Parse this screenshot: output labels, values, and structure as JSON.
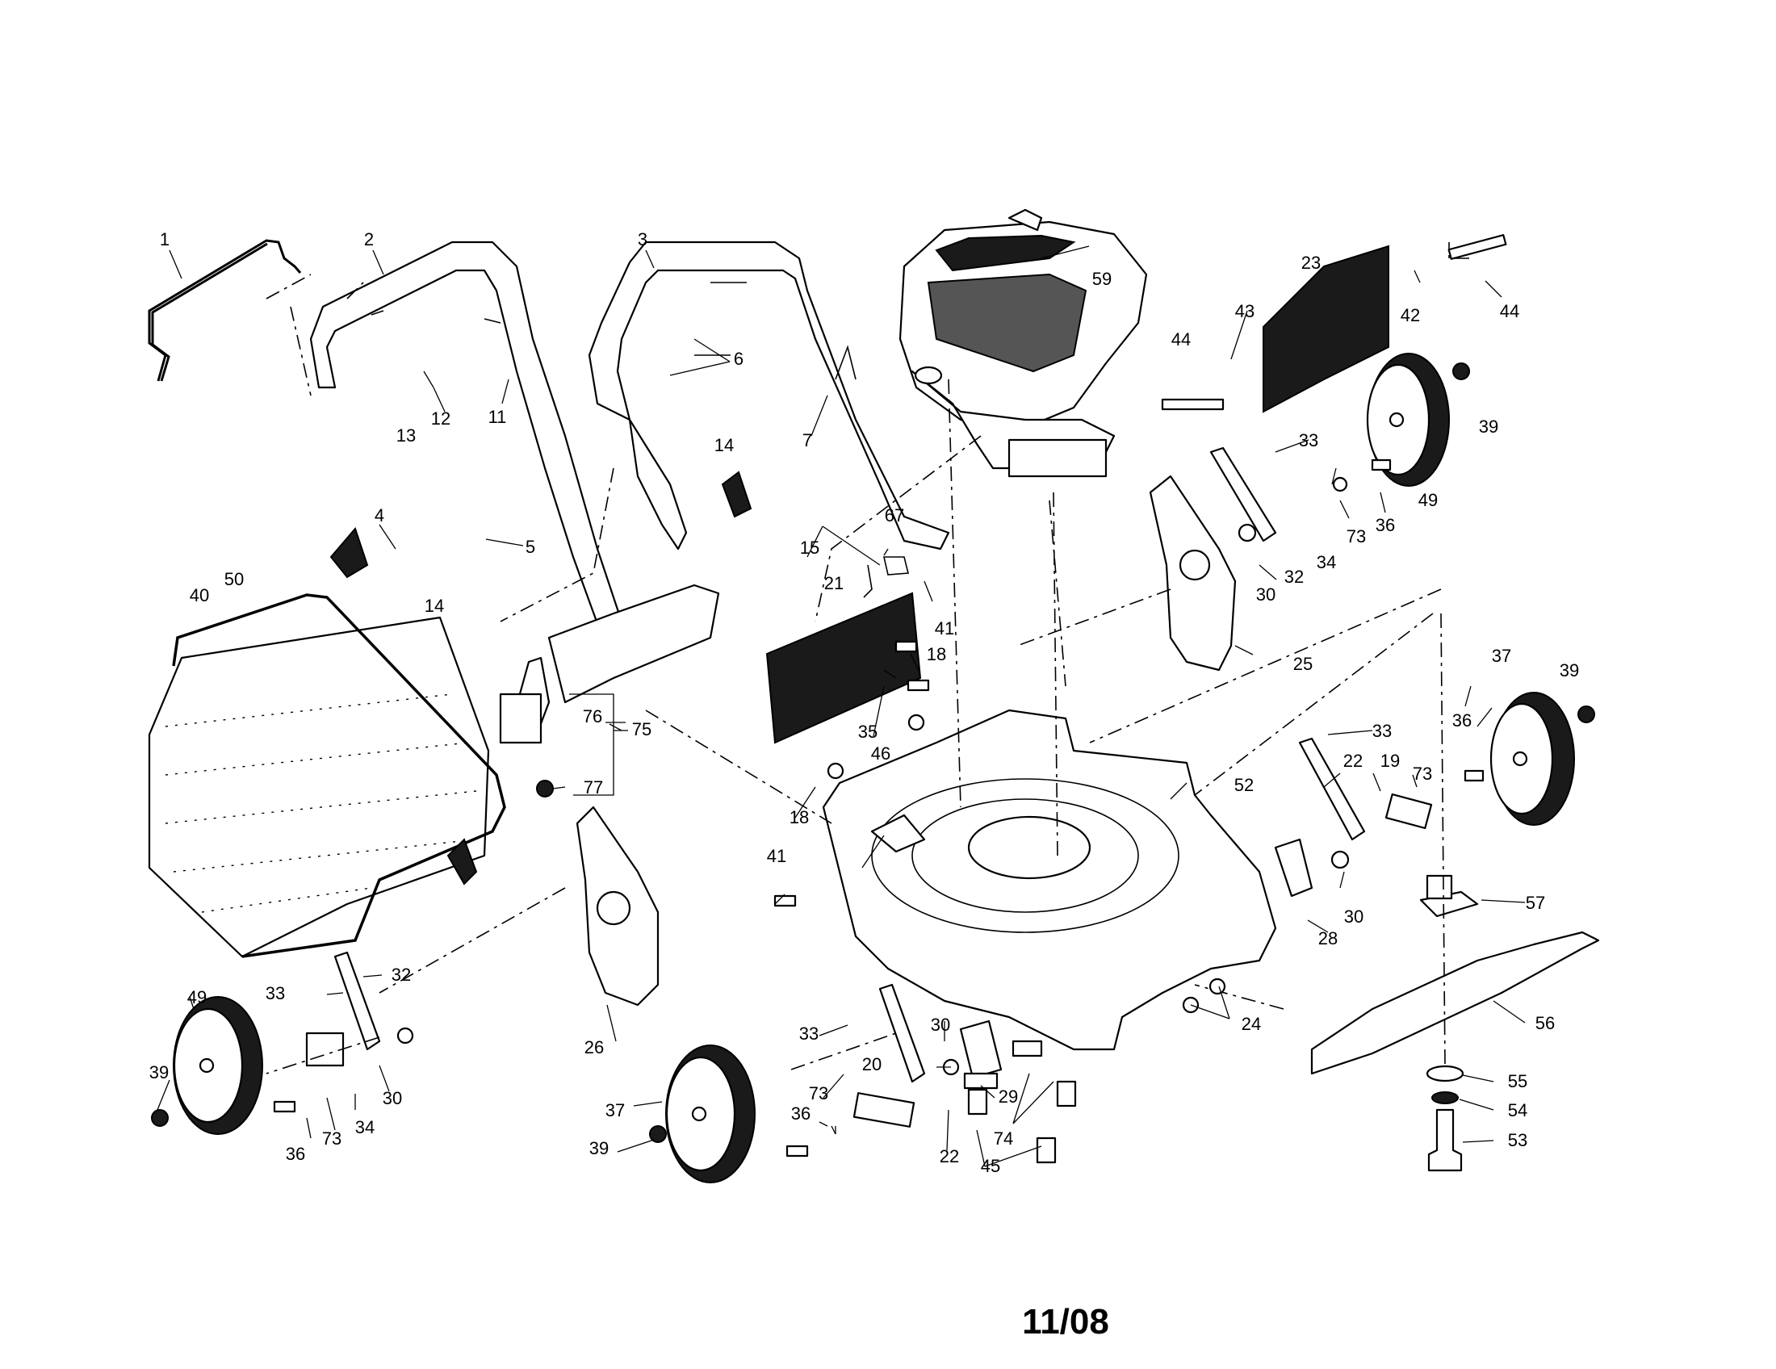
{
  "diagram": {
    "date_code": "11/08",
    "callouts": [
      {
        "id": "c1",
        "text": "1"
      },
      {
        "id": "c2",
        "text": "2"
      },
      {
        "id": "c3",
        "text": "3"
      },
      {
        "id": "c4",
        "text": "4"
      },
      {
        "id": "c5",
        "text": "5"
      },
      {
        "id": "c6",
        "text": "6"
      },
      {
        "id": "c7",
        "text": "7"
      },
      {
        "id": "c11",
        "text": "11"
      },
      {
        "id": "c12",
        "text": "12"
      },
      {
        "id": "c13",
        "text": "13"
      },
      {
        "id": "c14a",
        "text": "14"
      },
      {
        "id": "c14b",
        "text": "14"
      },
      {
        "id": "c15",
        "text": "15"
      },
      {
        "id": "c18a",
        "text": "18"
      },
      {
        "id": "c18b",
        "text": "18"
      },
      {
        "id": "c19",
        "text": "19"
      },
      {
        "id": "c20",
        "text": "20"
      },
      {
        "id": "c21",
        "text": "21"
      },
      {
        "id": "c22a",
        "text": "22"
      },
      {
        "id": "c22b",
        "text": "22"
      },
      {
        "id": "c23",
        "text": "23"
      },
      {
        "id": "c24",
        "text": "24"
      },
      {
        "id": "c25",
        "text": "25"
      },
      {
        "id": "c26",
        "text": "26"
      },
      {
        "id": "c28",
        "text": "28"
      },
      {
        "id": "c29",
        "text": "29"
      },
      {
        "id": "c30a",
        "text": "30"
      },
      {
        "id": "c30b",
        "text": "30"
      },
      {
        "id": "c30c",
        "text": "30"
      },
      {
        "id": "c30d",
        "text": "30"
      },
      {
        "id": "c32a",
        "text": "32"
      },
      {
        "id": "c32b",
        "text": "32"
      },
      {
        "id": "c33a",
        "text": "33"
      },
      {
        "id": "c33b",
        "text": "33"
      },
      {
        "id": "c33c",
        "text": "33"
      },
      {
        "id": "c33d",
        "text": "33"
      },
      {
        "id": "c34a",
        "text": "34"
      },
      {
        "id": "c34b",
        "text": "34"
      },
      {
        "id": "c35",
        "text": "35"
      },
      {
        "id": "c36a",
        "text": "36"
      },
      {
        "id": "c36b",
        "text": "36"
      },
      {
        "id": "c36c",
        "text": "36"
      },
      {
        "id": "c36d",
        "text": "36"
      },
      {
        "id": "c37a",
        "text": "37"
      },
      {
        "id": "c37b",
        "text": "37"
      },
      {
        "id": "c39a",
        "text": "39"
      },
      {
        "id": "c39b",
        "text": "39"
      },
      {
        "id": "c39c",
        "text": "39"
      },
      {
        "id": "c39d",
        "text": "39"
      },
      {
        "id": "c40",
        "text": "40"
      },
      {
        "id": "c41a",
        "text": "41"
      },
      {
        "id": "c41b",
        "text": "41"
      },
      {
        "id": "c42",
        "text": "42"
      },
      {
        "id": "c43",
        "text": "43"
      },
      {
        "id": "c44a",
        "text": "44"
      },
      {
        "id": "c44b",
        "text": "44"
      },
      {
        "id": "c45",
        "text": "45"
      },
      {
        "id": "c46",
        "text": "46"
      },
      {
        "id": "c49a",
        "text": "49"
      },
      {
        "id": "c49b",
        "text": "49"
      },
      {
        "id": "c50",
        "text": "50"
      },
      {
        "id": "c52",
        "text": "52"
      },
      {
        "id": "c53",
        "text": "53"
      },
      {
        "id": "c54",
        "text": "54"
      },
      {
        "id": "c55",
        "text": "55"
      },
      {
        "id": "c56",
        "text": "56"
      },
      {
        "id": "c57",
        "text": "57"
      },
      {
        "id": "c59",
        "text": "59"
      },
      {
        "id": "c67",
        "text": "67"
      },
      {
        "id": "c73a",
        "text": "73"
      },
      {
        "id": "c73b",
        "text": "73"
      },
      {
        "id": "c73c",
        "text": "73"
      },
      {
        "id": "c73d",
        "text": "73"
      },
      {
        "id": "c74",
        "text": "74"
      },
      {
        "id": "c75",
        "text": "75"
      },
      {
        "id": "c76",
        "text": "76"
      },
      {
        "id": "c77",
        "text": "77"
      }
    ]
  }
}
